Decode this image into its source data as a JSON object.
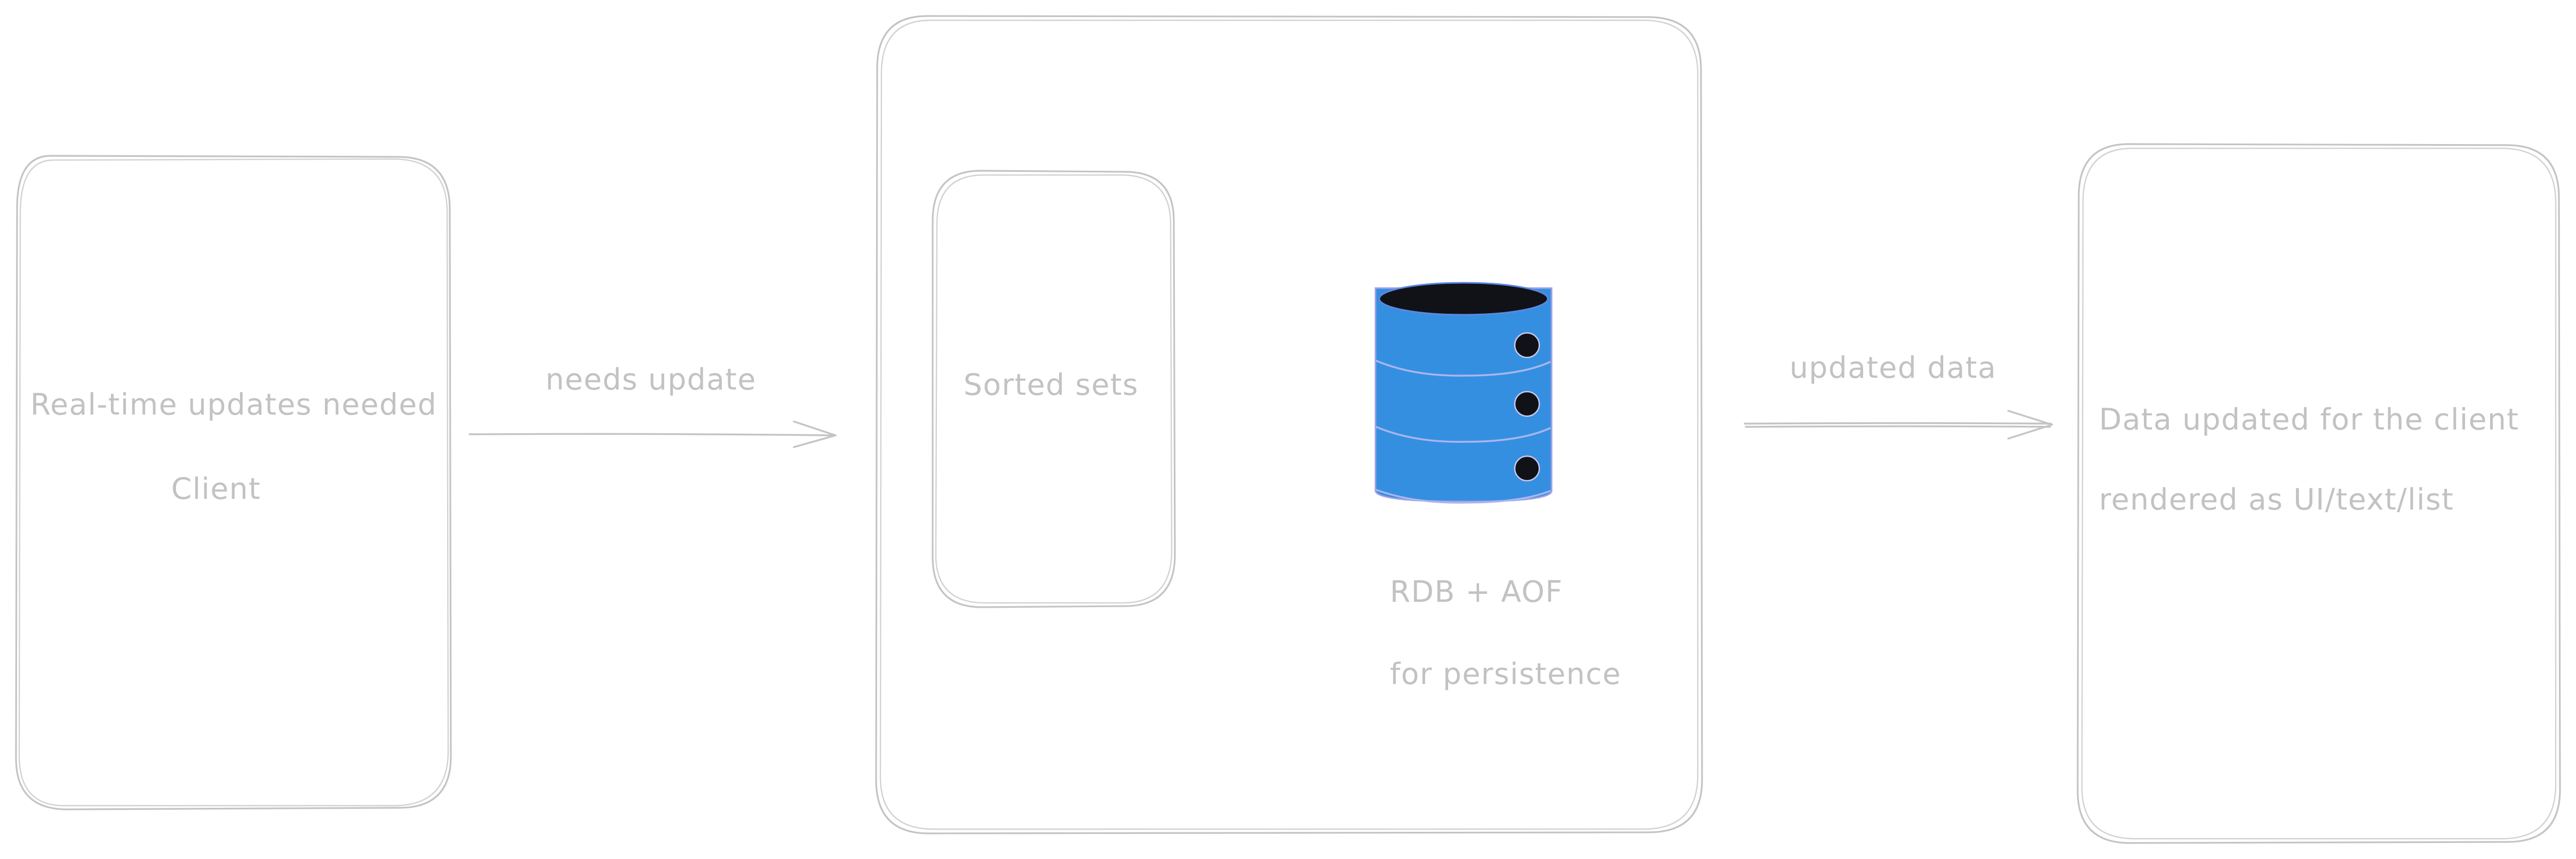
{
  "diagram": {
    "client_box": {
      "line1": "Real-time updates needed",
      "line2": "Client"
    },
    "arrow_request": {
      "label": "needs update"
    },
    "redis_box": {
      "inner_box_label": "Sorted sets",
      "database_icon": "database-icon",
      "persistence_line1": "RDB + AOF",
      "persistence_line2": "for persistence"
    },
    "arrow_response": {
      "label": "updated data"
    },
    "output_box": {
      "line1": "Data updated for the client",
      "line2": "rendered as UI/text/list"
    },
    "colors": {
      "stroke": "#c4c4c4",
      "text": "#c2c2c2",
      "database_fill": "#358fe0",
      "database_dark": "#111217"
    }
  }
}
